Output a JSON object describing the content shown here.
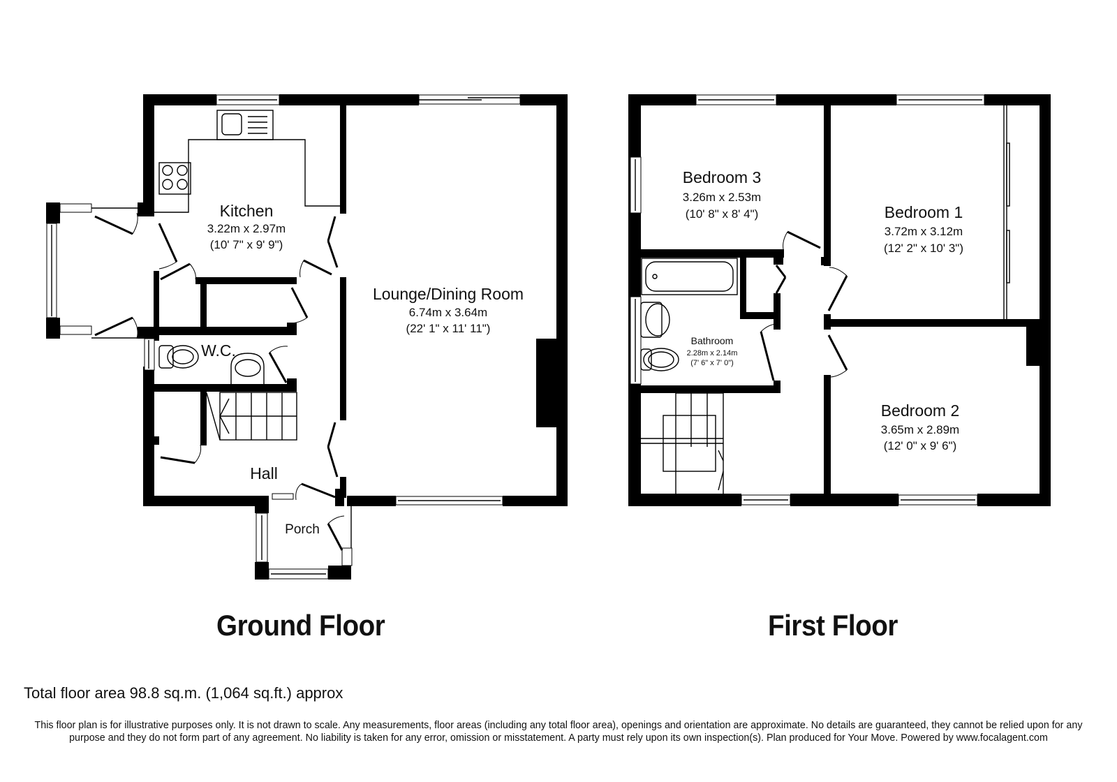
{
  "floors": [
    {
      "title": "Ground Floor",
      "rooms": [
        {
          "name": "Kitchen",
          "metric": "3.22m x 2.97m",
          "imperial": "(10' 7\" x 9' 9\")"
        },
        {
          "name": "Lounge/Dining Room",
          "metric": "6.74m x 3.64m",
          "imperial": "(22' 1\" x 11' 11\")"
        },
        {
          "name": "W.C.",
          "metric": "",
          "imperial": ""
        },
        {
          "name": "Hall",
          "metric": "",
          "imperial": ""
        },
        {
          "name": "Porch",
          "metric": "",
          "imperial": ""
        }
      ]
    },
    {
      "title": "First Floor",
      "rooms": [
        {
          "name": "Bedroom 3",
          "metric": "3.26m x 2.53m",
          "imperial": "(10' 8\" x 8' 4\")"
        },
        {
          "name": "Bedroom 1",
          "metric": "3.72m x 3.12m",
          "imperial": "(12' 2\" x 10' 3\")"
        },
        {
          "name": "Bathroom",
          "metric": "2.28m x 2.14m",
          "imperial": "(7' 6\" x 7' 0\")"
        },
        {
          "name": "Bedroom 2",
          "metric": "3.65m x 2.89m",
          "imperial": "(12' 0\" x 9' 6\")"
        }
      ]
    }
  ],
  "footer": {
    "total_area": "Total floor area 98.8 sq.m. (1,064 sq.ft.) approx",
    "disclaimer": "This floor plan is for illustrative purposes only. It is not drawn to scale. Any measurements, floor areas (including any total floor area), openings and orientation are approximate. No details are guaranteed, they cannot be relied upon for any purpose and they do not form part of any agreement. No liability is taken for any error, omission or misstatement. A party must rely upon its own inspection(s).  Plan produced for Your Move. Powered by www.focalagent.com"
  }
}
